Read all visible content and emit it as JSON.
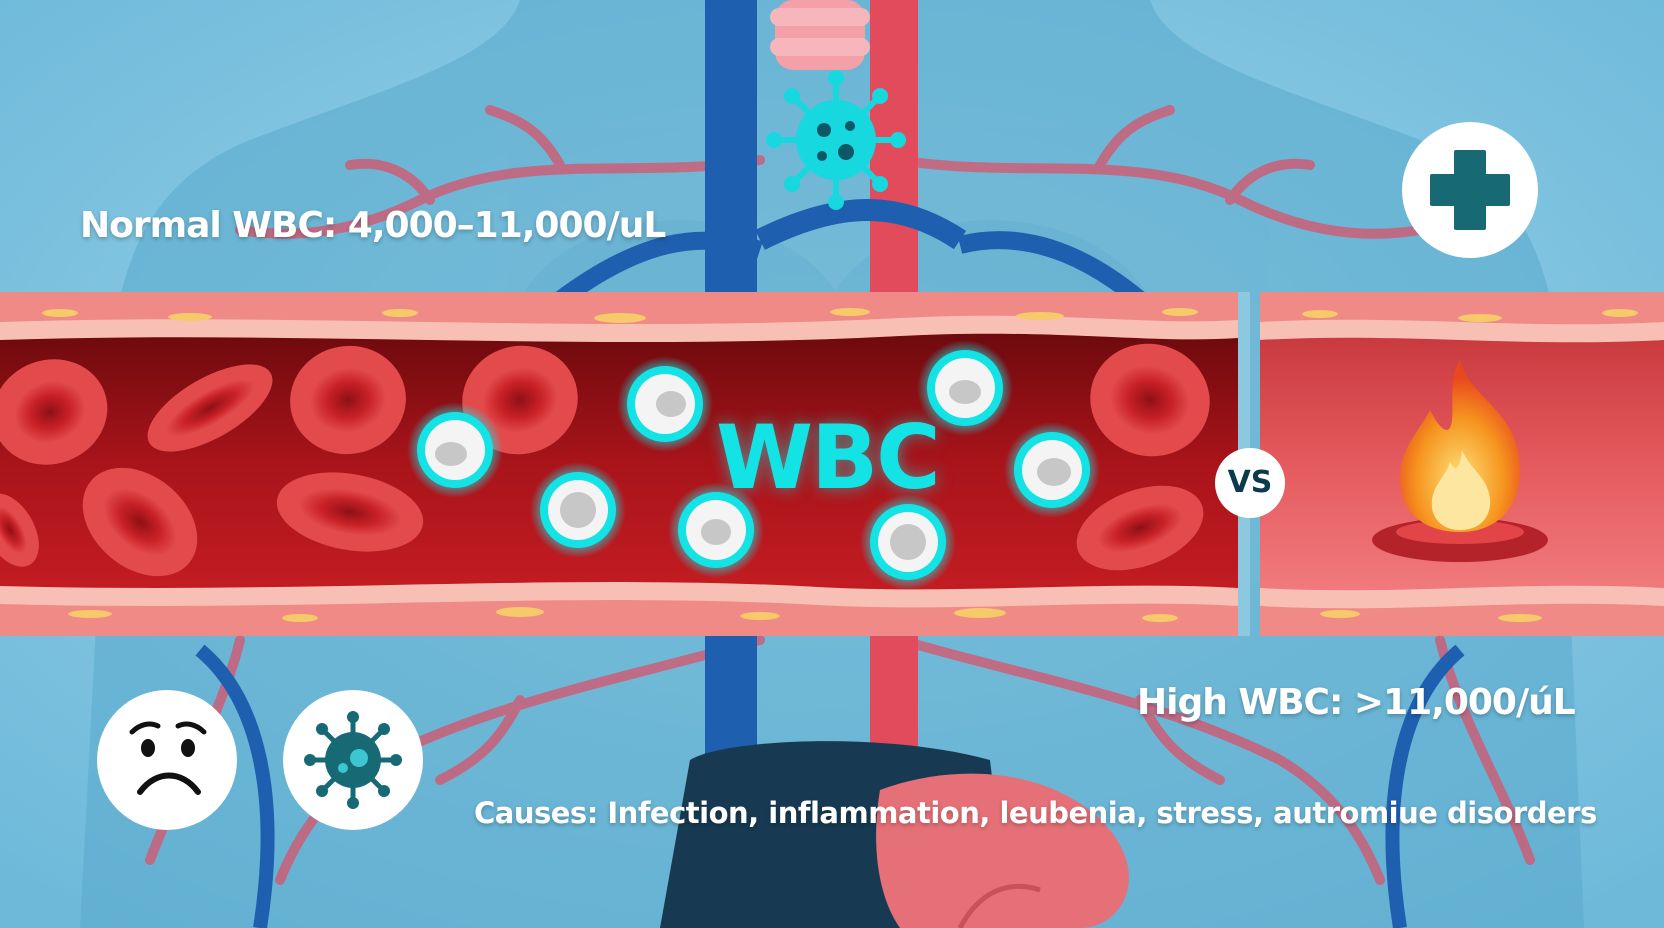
{
  "labels": {
    "normal": "Normal WBC: 4,000–11,000/uL",
    "high": "High WBC: >11,000/úL",
    "causes": "Causes: Infection, inflammation, leubenia, stress, autromiue disorders",
    "wbc": "WBC",
    "vs": "VS"
  },
  "colors": {
    "background": "#7cc3df",
    "vessel_outer": "#f08a86",
    "vessel_inner": "#8e0d12",
    "red_cell": "#d8262a",
    "wbc_glow": "#14e3e6",
    "vein_blue": "#1f5fb0",
    "artery_red": "#e24b5c"
  },
  "icons": {
    "top_right": "medical-cross-icon",
    "sad_face": "sad-face-icon",
    "virus_small": "virus-icon",
    "virus_top": "virus-icon",
    "flame": "flame-icon"
  }
}
